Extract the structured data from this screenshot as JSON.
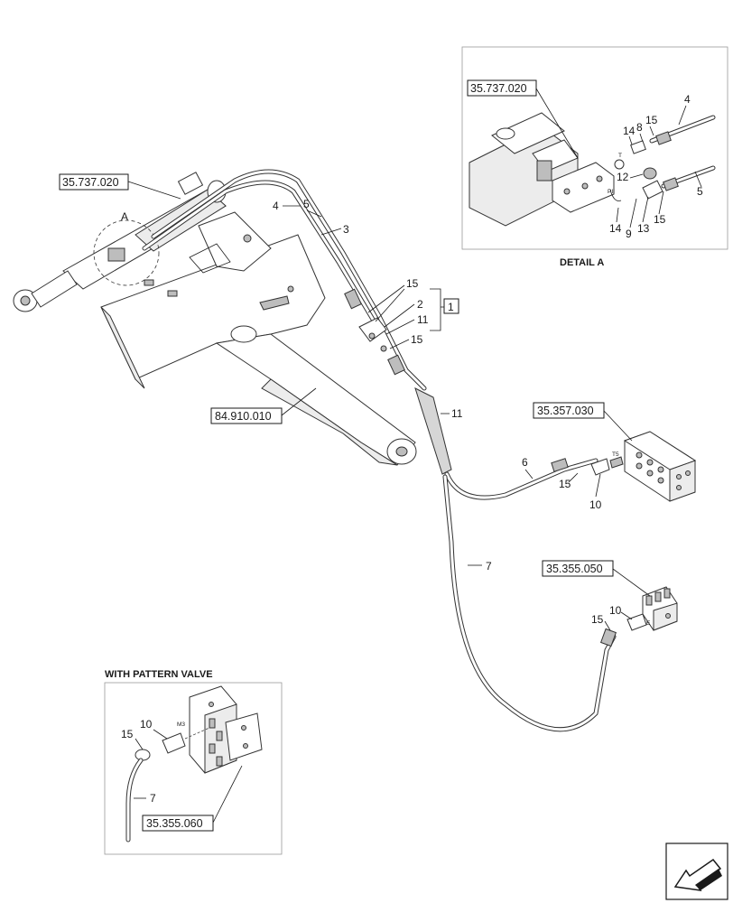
{
  "references": {
    "main_cylinder": "35.737.020",
    "detail_cylinder": "35.737.020",
    "boom": "84.910.010",
    "control_block": "35.357.030",
    "pilot_block": "35.355.050",
    "pattern_valve_block": "35.355.060"
  },
  "captions": {
    "detail_a": "DETAIL A",
    "pattern_valve": "WITH PATTERN VALVE",
    "detail_marker": "A"
  },
  "callouts": {
    "main": {
      "p4": "4",
      "p5": "5",
      "p3": "3",
      "p15a": "15",
      "p2": "2",
      "p11a": "11",
      "p15b": "15",
      "p1": "1",
      "p11b": "11",
      "p6": "6",
      "p15c": "15",
      "p10a": "10",
      "p7": "7",
      "p10b": "10",
      "p15d": "15"
    },
    "detail": {
      "p14a": "14",
      "p8": "8",
      "p15a": "15",
      "p4": "4",
      "p12": "12",
      "p5": "5",
      "p14b": "14",
      "p9": "9",
      "p13": "13",
      "p15b": "15"
    },
    "pattern": {
      "p10": "10",
      "p15": "15",
      "p7": "7"
    }
  },
  "port_labels": {
    "t": "T",
    "pii": "PII",
    "t5": "T5",
    "e": "E",
    "m3": "M3"
  }
}
